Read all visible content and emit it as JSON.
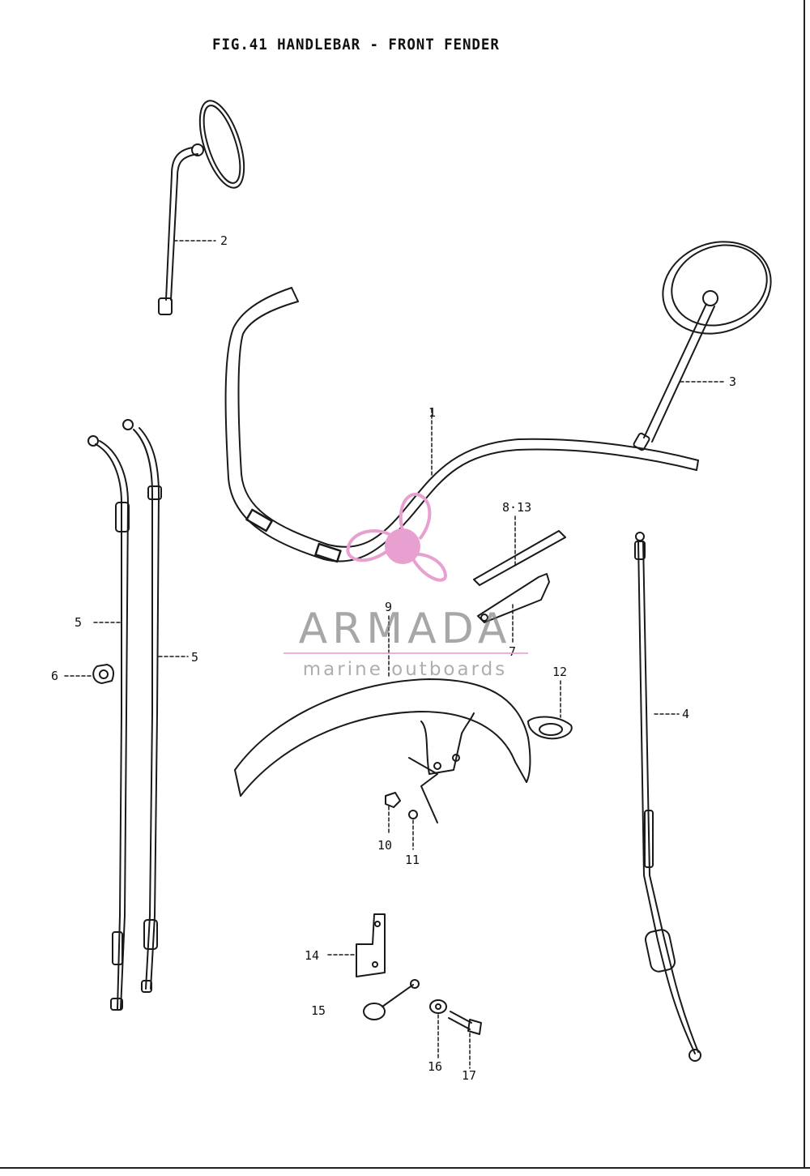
{
  "title": "FIG.41  HANDLEBAR - FRONT FENDER",
  "callouts": {
    "c1": "1",
    "c2": "2",
    "c3": "3",
    "c4": "4",
    "c5a": "5",
    "c5b": "5",
    "c6": "6",
    "c7": "7",
    "c8": "8·13",
    "c9": "9",
    "c10": "10",
    "c11": "11",
    "c12": "12",
    "c14": "14",
    "c15": "15",
    "c16": "16",
    "c17": "17"
  },
  "watermark": {
    "brand": "ARMADA",
    "tagline": "marine outboards",
    "logo": "propeller-logo",
    "color": "#e8a0d0"
  }
}
